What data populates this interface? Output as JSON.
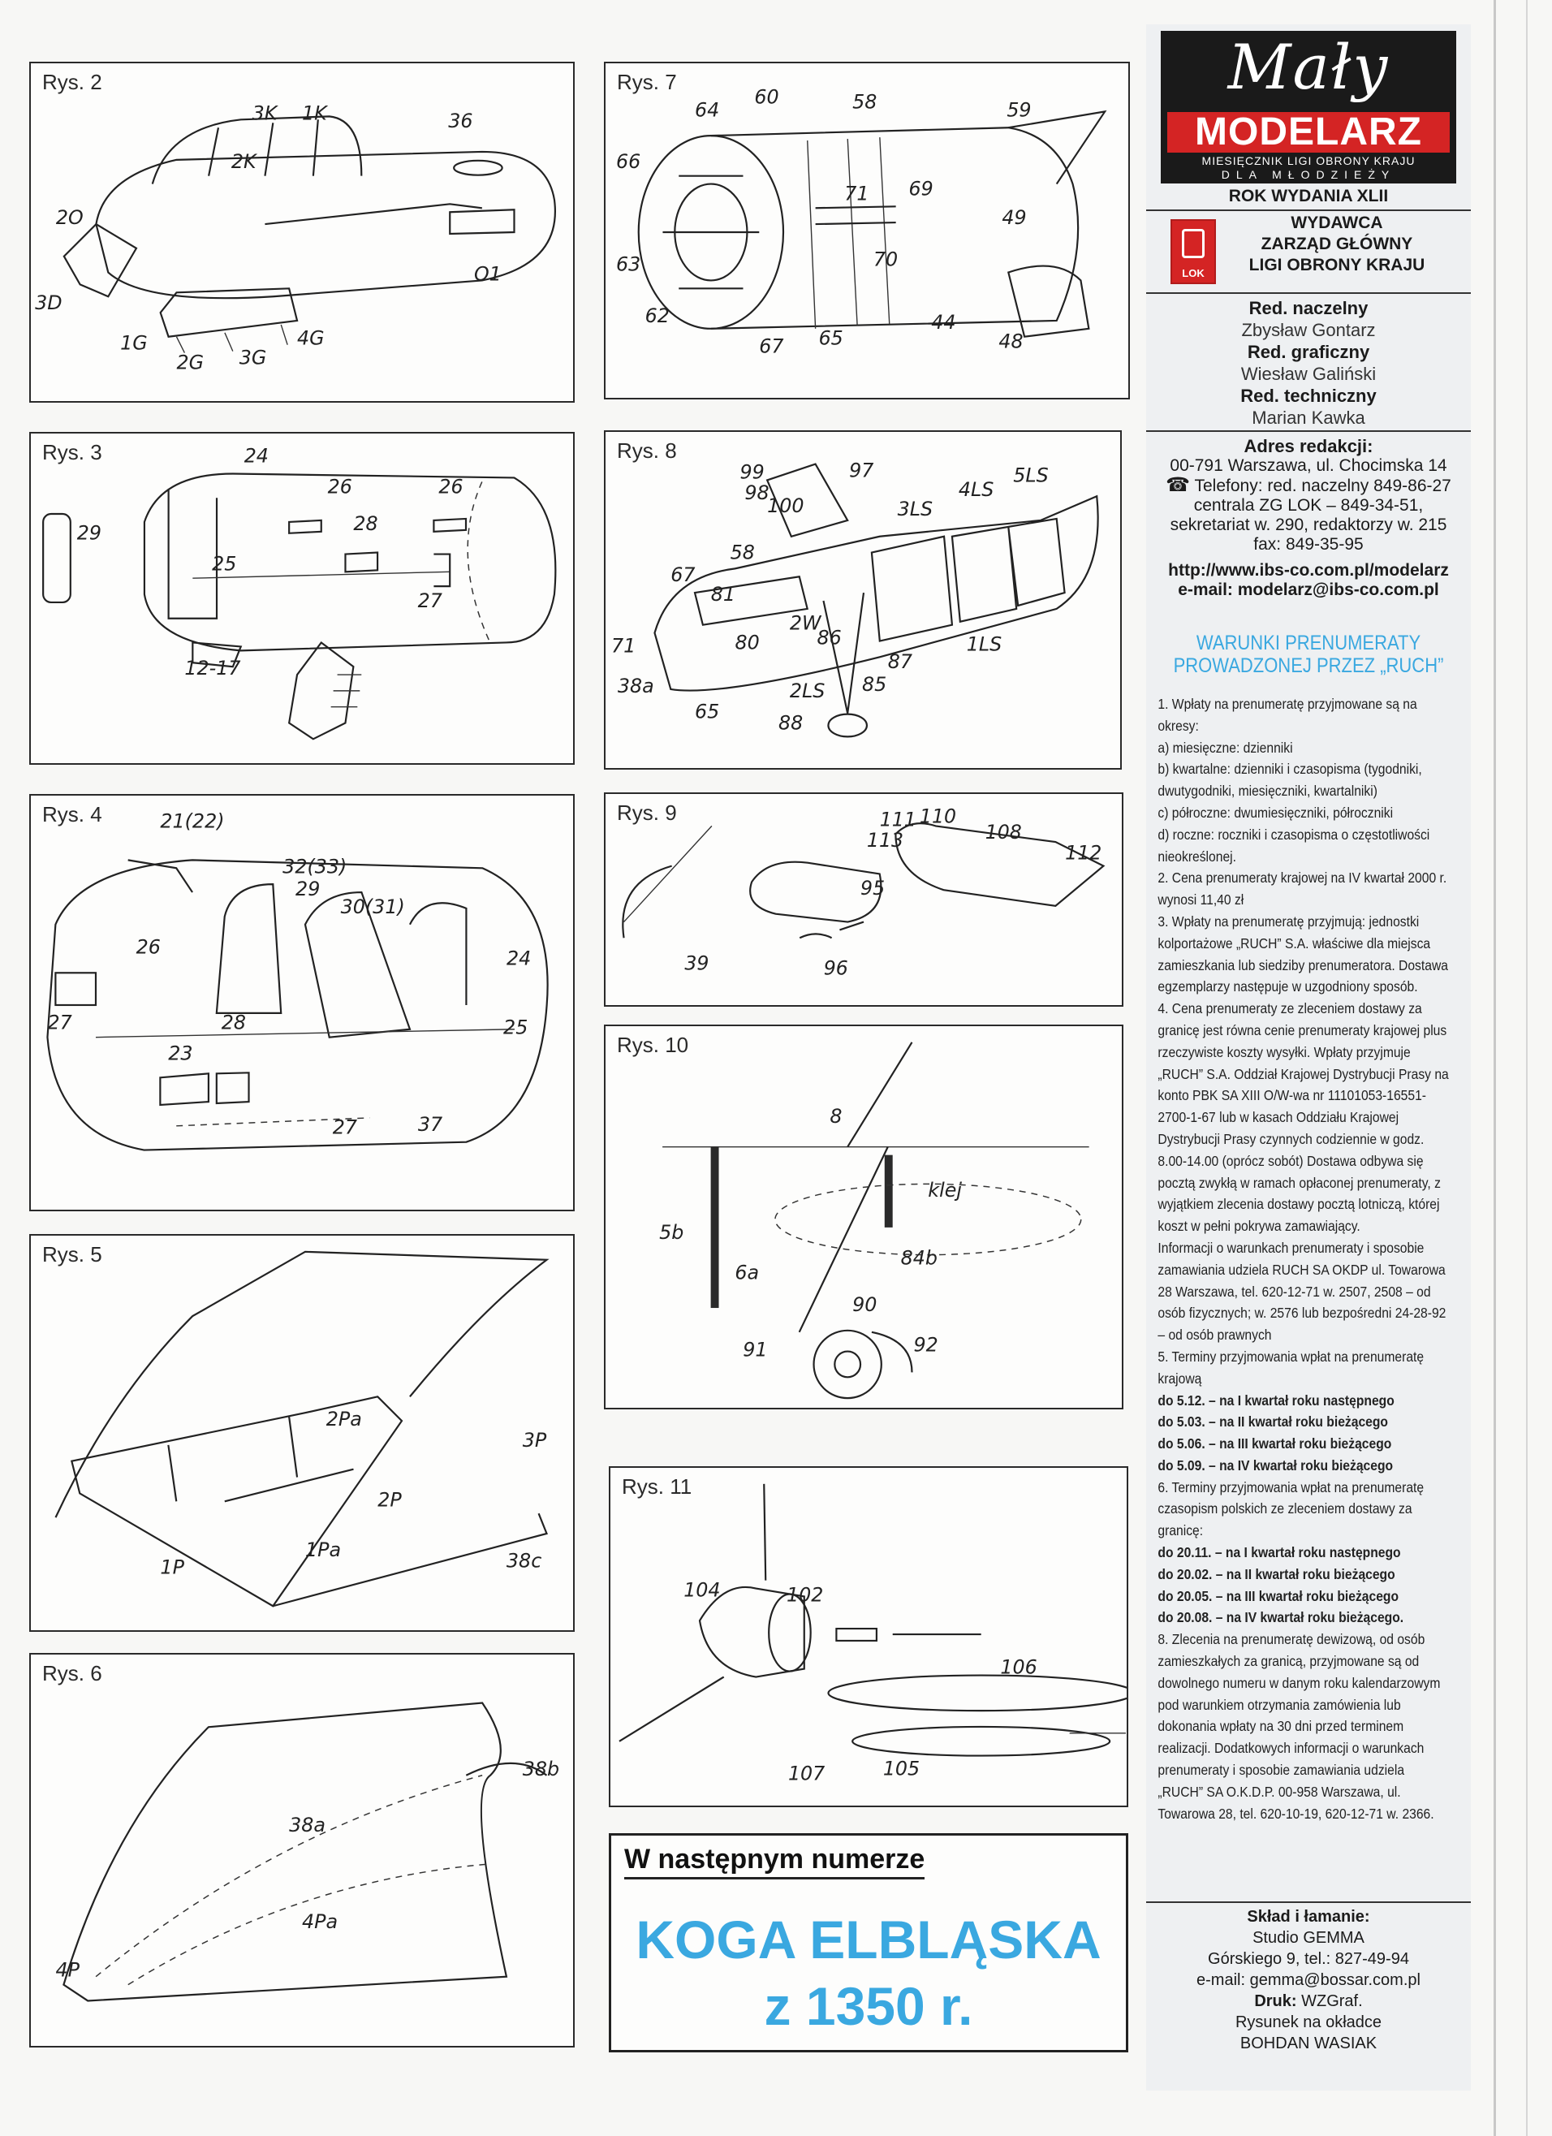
{
  "figures": [
    {
      "id": "rys2",
      "caption": "Rys. 2",
      "labels": [
        "3K",
        "1K",
        "36",
        "2K",
        "2O",
        "3D",
        "O1",
        "1G",
        "2G",
        "3G",
        "4G"
      ]
    },
    {
      "id": "rys3",
      "caption": "Rys. 3",
      "labels": [
        "24",
        "29",
        "26",
        "26",
        "28",
        "25",
        "27",
        "12-17"
      ]
    },
    {
      "id": "rys4",
      "caption": "Rys. 4",
      "labels": [
        "21(22)",
        "32(33)",
        "29",
        "30(31)",
        "26",
        "24",
        "27",
        "28",
        "23",
        "25",
        "27",
        "37"
      ]
    },
    {
      "id": "rys5",
      "caption": "Rys. 5",
      "labels": [
        "2Pa",
        "3P",
        "2P",
        "1P",
        "1Pa",
        "38c"
      ]
    },
    {
      "id": "rys6",
      "caption": "Rys. 6",
      "labels": [
        "38b",
        "38a",
        "4Pa",
        "4P"
      ]
    },
    {
      "id": "rys7",
      "caption": "Rys. 7",
      "labels": [
        "64",
        "60",
        "58",
        "59",
        "66",
        "71",
        "69",
        "49",
        "63",
        "70",
        "62",
        "67",
        "65",
        "44",
        "48"
      ]
    },
    {
      "id": "rys8",
      "caption": "Rys. 8",
      "labels": [
        "99",
        "97",
        "98",
        "100",
        "3LS",
        "4LS",
        "5LS",
        "58",
        "67",
        "81",
        "2W",
        "86",
        "80",
        "71",
        "1LS",
        "87",
        "38a",
        "2LS",
        "85",
        "65",
        "88"
      ]
    },
    {
      "id": "rys9",
      "caption": "Rys. 9",
      "labels": [
        "111",
        "110",
        "108",
        "113",
        "112",
        "95",
        "39",
        "96"
      ]
    },
    {
      "id": "rys10",
      "caption": "Rys. 10",
      "labels": [
        "8",
        "klej",
        "5b",
        "84b",
        "6a",
        "90",
        "91",
        "92"
      ]
    },
    {
      "id": "rys11",
      "caption": "Rys. 11",
      "labels": [
        "104",
        "102",
        "106",
        "107",
        "105"
      ]
    }
  ],
  "next_issue": {
    "header": "W następnym numerze",
    "title_line1": "KOGA ELBLĄSKA",
    "title_line2": "z 1350 r."
  },
  "masthead": {
    "script": "Mały",
    "brand": "MODELARZ",
    "sub1": "MIESIĘCZNIK LIGI OBRONY KRAJU",
    "sub2": "DLA MŁODZIEŻY",
    "year": "ROK WYDANIA XLII",
    "emblem": "LOK",
    "publisher": [
      "WYDAWCA",
      "ZARZĄD GŁÓWNY",
      "LIGI OBRONY KRAJU"
    ]
  },
  "staff": [
    {
      "role": "Red. naczelny",
      "name": "Zbysław Gontarz"
    },
    {
      "role": "Red. graficzny",
      "name": "Wiesław Galiński"
    },
    {
      "role": "Red. techniczny",
      "name": "Marian Kawka"
    }
  ],
  "address": {
    "heading": "Adres redakcji:",
    "street": "00-791 Warszawa, ul. Chocimska 14",
    "phone_icon": "☎",
    "phone1": "Telefony: red. naczelny 849-86-27",
    "phone2": "centrala ZG LOK – 849-34-51,",
    "phone3": "sekretariat w. 290, redaktorzy w. 215",
    "fax": "fax: 849-35-95",
    "web": "http://www.ibs-co.com.pl/modelarz",
    "email": "e-mail: modelarz@ibs-co.com.pl"
  },
  "subscription": {
    "title1": "WARUNKI PRENUMERATY",
    "title2": "PROWADZONEJ PRZEZ „RUCH”",
    "paragraphs": [
      {
        "text": "1. Wpłaty na prenumeratę przyjmowane są na okresy:",
        "bold": false
      },
      {
        "text": "a) miesięczne: dzienniki",
        "bold": false
      },
      {
        "text": "b) kwartalne: dzienniki i czasopisma (tygodniki, dwutygodniki, miesięczniki, kwartalniki)",
        "bold": false
      },
      {
        "text": "c) półroczne: dwumiesięczniki, półroczniki",
        "bold": false
      },
      {
        "text": "d) roczne: roczniki i czasopisma o częstotliwości nieokreślonej.",
        "bold": false
      },
      {
        "text": "2. Cena prenumeraty krajowej na IV kwartał 2000 r. wynosi 11,40 zł",
        "bold": false
      },
      {
        "text": "3. Wpłaty na prenumeratę przyjmują: jednostki kolportażowe „RUCH” S.A. właściwe dla miejsca zamieszkania lub siedziby prenumeratora. Dostawa egzemplarzy następuje w uzgodniony sposób.",
        "bold": false
      },
      {
        "text": "4. Cena prenumeraty ze zleceniem dostawy za granicę jest równa cenie prenumeraty krajowej plus rzeczywiste koszty wysyłki. Wpłaty przyjmuje „RUCH” S.A. Oddział Krajowej Dystrybucji Prasy na konto PBK SA XIII O/W-wa nr 11101053-16551-2700-1-67 lub w kasach Oddziału Krajowej Dystrybucji Prasy czynnych codziennie w godz. 8.00-14.00 (oprócz sobót) Dostawa odbywa się pocztą zwykłą w ramach opłaconej prenumeraty, z wyjątkiem zlecenia dostawy pocztą lotniczą, której koszt w pełni pokrywa zamawiający.",
        "bold": false
      },
      {
        "text": "Informacji o warunkach prenumeraty i sposobie zamawiania udziela RUCH SA OKDP ul. Towarowa 28 Warszawa, tel. 620-12-71 w. 2507, 2508 – od osób fizycznych; w. 2576 lub bezpośredni 24-28-92 – od osób prawnych",
        "bold": false
      },
      {
        "text": "5. Terminy przyjmowania wpłat na prenumeratę krajową",
        "bold": false
      },
      {
        "text": "do 5.12. – na I kwartał roku następnego",
        "bold": true
      },
      {
        "text": "do 5.03. – na II kwartał roku bieżącego",
        "bold": true
      },
      {
        "text": "do 5.06. – na III kwartał roku bieżącego",
        "bold": true
      },
      {
        "text": "do 5.09. – na IV kwartał roku bieżącego",
        "bold": true
      },
      {
        "text": "6. Terminy przyjmowania wpłat na prenumeratę czasopism polskich ze zleceniem dostawy za granicę:",
        "bold": false
      },
      {
        "text": "do 20.11. – na I kwartał roku następnego",
        "bold": true
      },
      {
        "text": "do 20.02. – na II kwartał roku bieżącego",
        "bold": true
      },
      {
        "text": "do 20.05. – na III kwartał roku bieżącego",
        "bold": true
      },
      {
        "text": "do 20.08. – na IV kwartał roku bieżącego.",
        "bold": true
      },
      {
        "text": "8. Zlecenia na prenumeratę dewizową, od osób zamieszkałych za granicą, przyjmowane są od dowolnego numeru w danym roku kalendarzowym pod warunkiem otrzymania zamówienia lub dokonania wpłaty na 30 dni przed terminem realizacji. Dodatkowych informacji o warunkach prenumeraty i sposobie zamawiania udziela „RUCH” SA O.K.D.P. 00-958 Warszawa, ul. Towarowa 28, tel. 620-10-19, 620-12-71 w. 2366.",
        "bold": false
      }
    ]
  },
  "credits": {
    "typeset_heading": "Skład i łamanie:",
    "studio": "Studio GEMMA",
    "studio_addr": "Górskiego 9, tel.: 827-49-94",
    "studio_email": "e-mail: gemma@bossar.com.pl",
    "print_heading": "Druk:",
    "printer": "WZGraf.",
    "cover": "Rysunek na okładce",
    "cover_author": "BOHDAN WASIAK"
  },
  "colors": {
    "accent_blue": "#3aa8e0",
    "brand_red": "#d42424",
    "ink": "#1b1b1b"
  }
}
